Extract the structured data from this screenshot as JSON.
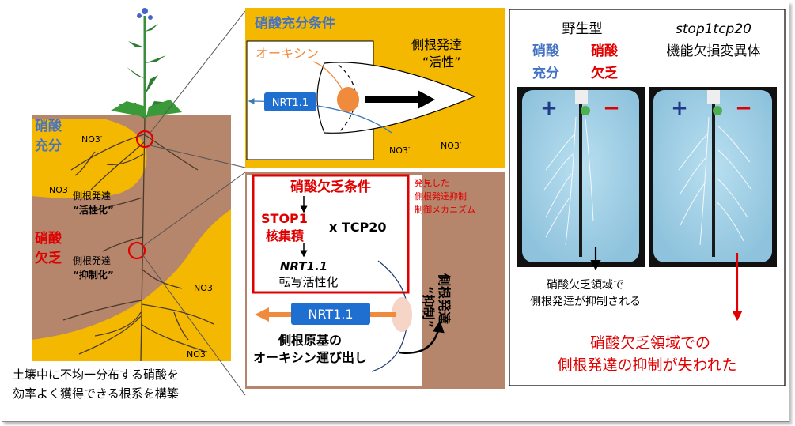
{
  "colors": {
    "soil": "#b5856c",
    "nitrate": "#f5b800",
    "blue_label": "#4472c4",
    "red_label": "#e00000",
    "nrt_box": "#1f6fd0",
    "arrow_orange": "#f08a3c",
    "plate_bg": "#a9d3e8"
  },
  "left": {
    "no3": "NO3",
    "no3_sup": "-",
    "sufficient": [
      "硝酸",
      "充分"
    ],
    "deficient": [
      "硝酸",
      "欠乏"
    ],
    "lateral_activate": [
      "側根発達",
      "“活性化”"
    ],
    "lateral_suppress": [
      "側根発達",
      "“抑制化”"
    ],
    "caption": [
      "土壌中に不均一分布する硝酸を",
      "効率よく獲得できる根系を構築"
    ]
  },
  "top_panel": {
    "title": "硝酸充分条件",
    "auxin": "オーキシン",
    "nrt": "NRT1.1",
    "lateral": [
      "側根発達",
      "“活性”"
    ],
    "no3": "NO3",
    "no3_sup": "-"
  },
  "bottom_panel": {
    "title": "硝酸欠乏条件",
    "found": [
      "発見した",
      "側根発達抑制",
      "制御メカニズム"
    ],
    "stop1": [
      "STOP1",
      "核集積"
    ],
    "tcp": "x TCP20",
    "nrt_italic": "NRT1.1",
    "transcription": "転写活性化",
    "nrt_box": "NRT1.1",
    "primordium": [
      "側根原基の",
      "オーキシン運び出し"
    ],
    "lateral": "側根発達",
    "suppress": "“抑制”"
  },
  "right": {
    "wildtype": "野生型",
    "sufficient": [
      "硝酸",
      "充分"
    ],
    "deficient": [
      "硝酸",
      "欠乏"
    ],
    "mutant_italic": "stop1tcp20",
    "mutant": "機能欠損変異体",
    "plus": "+",
    "minus": "−",
    "suppressed": [
      "硝酸欠乏領域で",
      "側根発達が抑制される"
    ],
    "lost": [
      "硝酸欠乏領域での",
      "側根発達の抑制が失われた"
    ]
  }
}
